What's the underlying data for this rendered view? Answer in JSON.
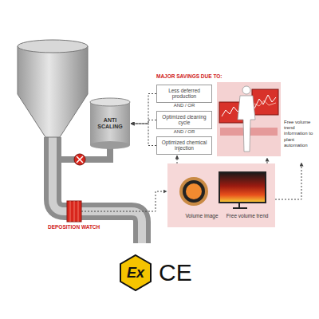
{
  "diagram": {
    "nodes": [
      {
        "text": [
          "ANTI SCALING"
        ]
      },
      {
        "text": [
          "DEPOSITION WATCH"
        ]
      },
      {
        "text": [
          "Less deferred production"
        ]
      },
      {
        "text": [
          "Optimized cleaning cycle"
        ]
      },
      {
        "text": [
          "Optimized chemical injection"
        ]
      },
      {
        "text": [
          "Volume image",
          "Free volume trend"
        ]
      }
    ],
    "edges": [
      {
        "from": 1,
        "to": 5,
        "arrow": "to"
      },
      {
        "from": 5,
        "to": 4,
        "arrow": "to"
      },
      {
        "from": 2,
        "to": 0,
        "arrow": "to"
      },
      {
        "from": 3,
        "to": 0,
        "arrow": "to"
      },
      {
        "from": 4,
        "to": 0,
        "arrow": "to"
      }
    ],
    "labels": [
      "MAJOR SAVINGS DUE TO:",
      "AND / OR",
      "AND / OR",
      "Free volume trend information to plant automation",
      "Ex",
      "CE"
    ]
  }
}
